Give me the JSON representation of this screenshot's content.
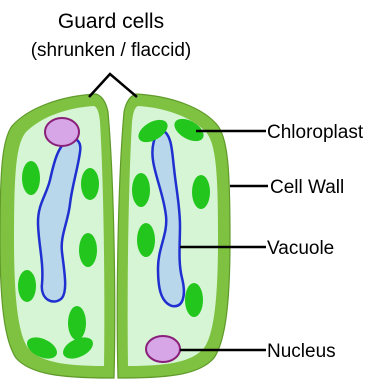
{
  "title": "Guard cells",
  "subtitle": "(shrunken / flaccid)",
  "labels": {
    "chloroplast": "Chloroplast",
    "cell_wall": "Cell Wall",
    "vacuole": "Vacuole",
    "nucleus": "Nucleus"
  },
  "colors": {
    "cell_wall": "#7fc241",
    "cytoplasm": "#d6f5d4",
    "chloroplast": "#22c61c",
    "vacuole_fill": "#b9d7ea",
    "vacuole_outline": "#1f2fd0",
    "nucleus_fill": "#d6a6e6",
    "nucleus_outline": "#8a1f7a"
  }
}
